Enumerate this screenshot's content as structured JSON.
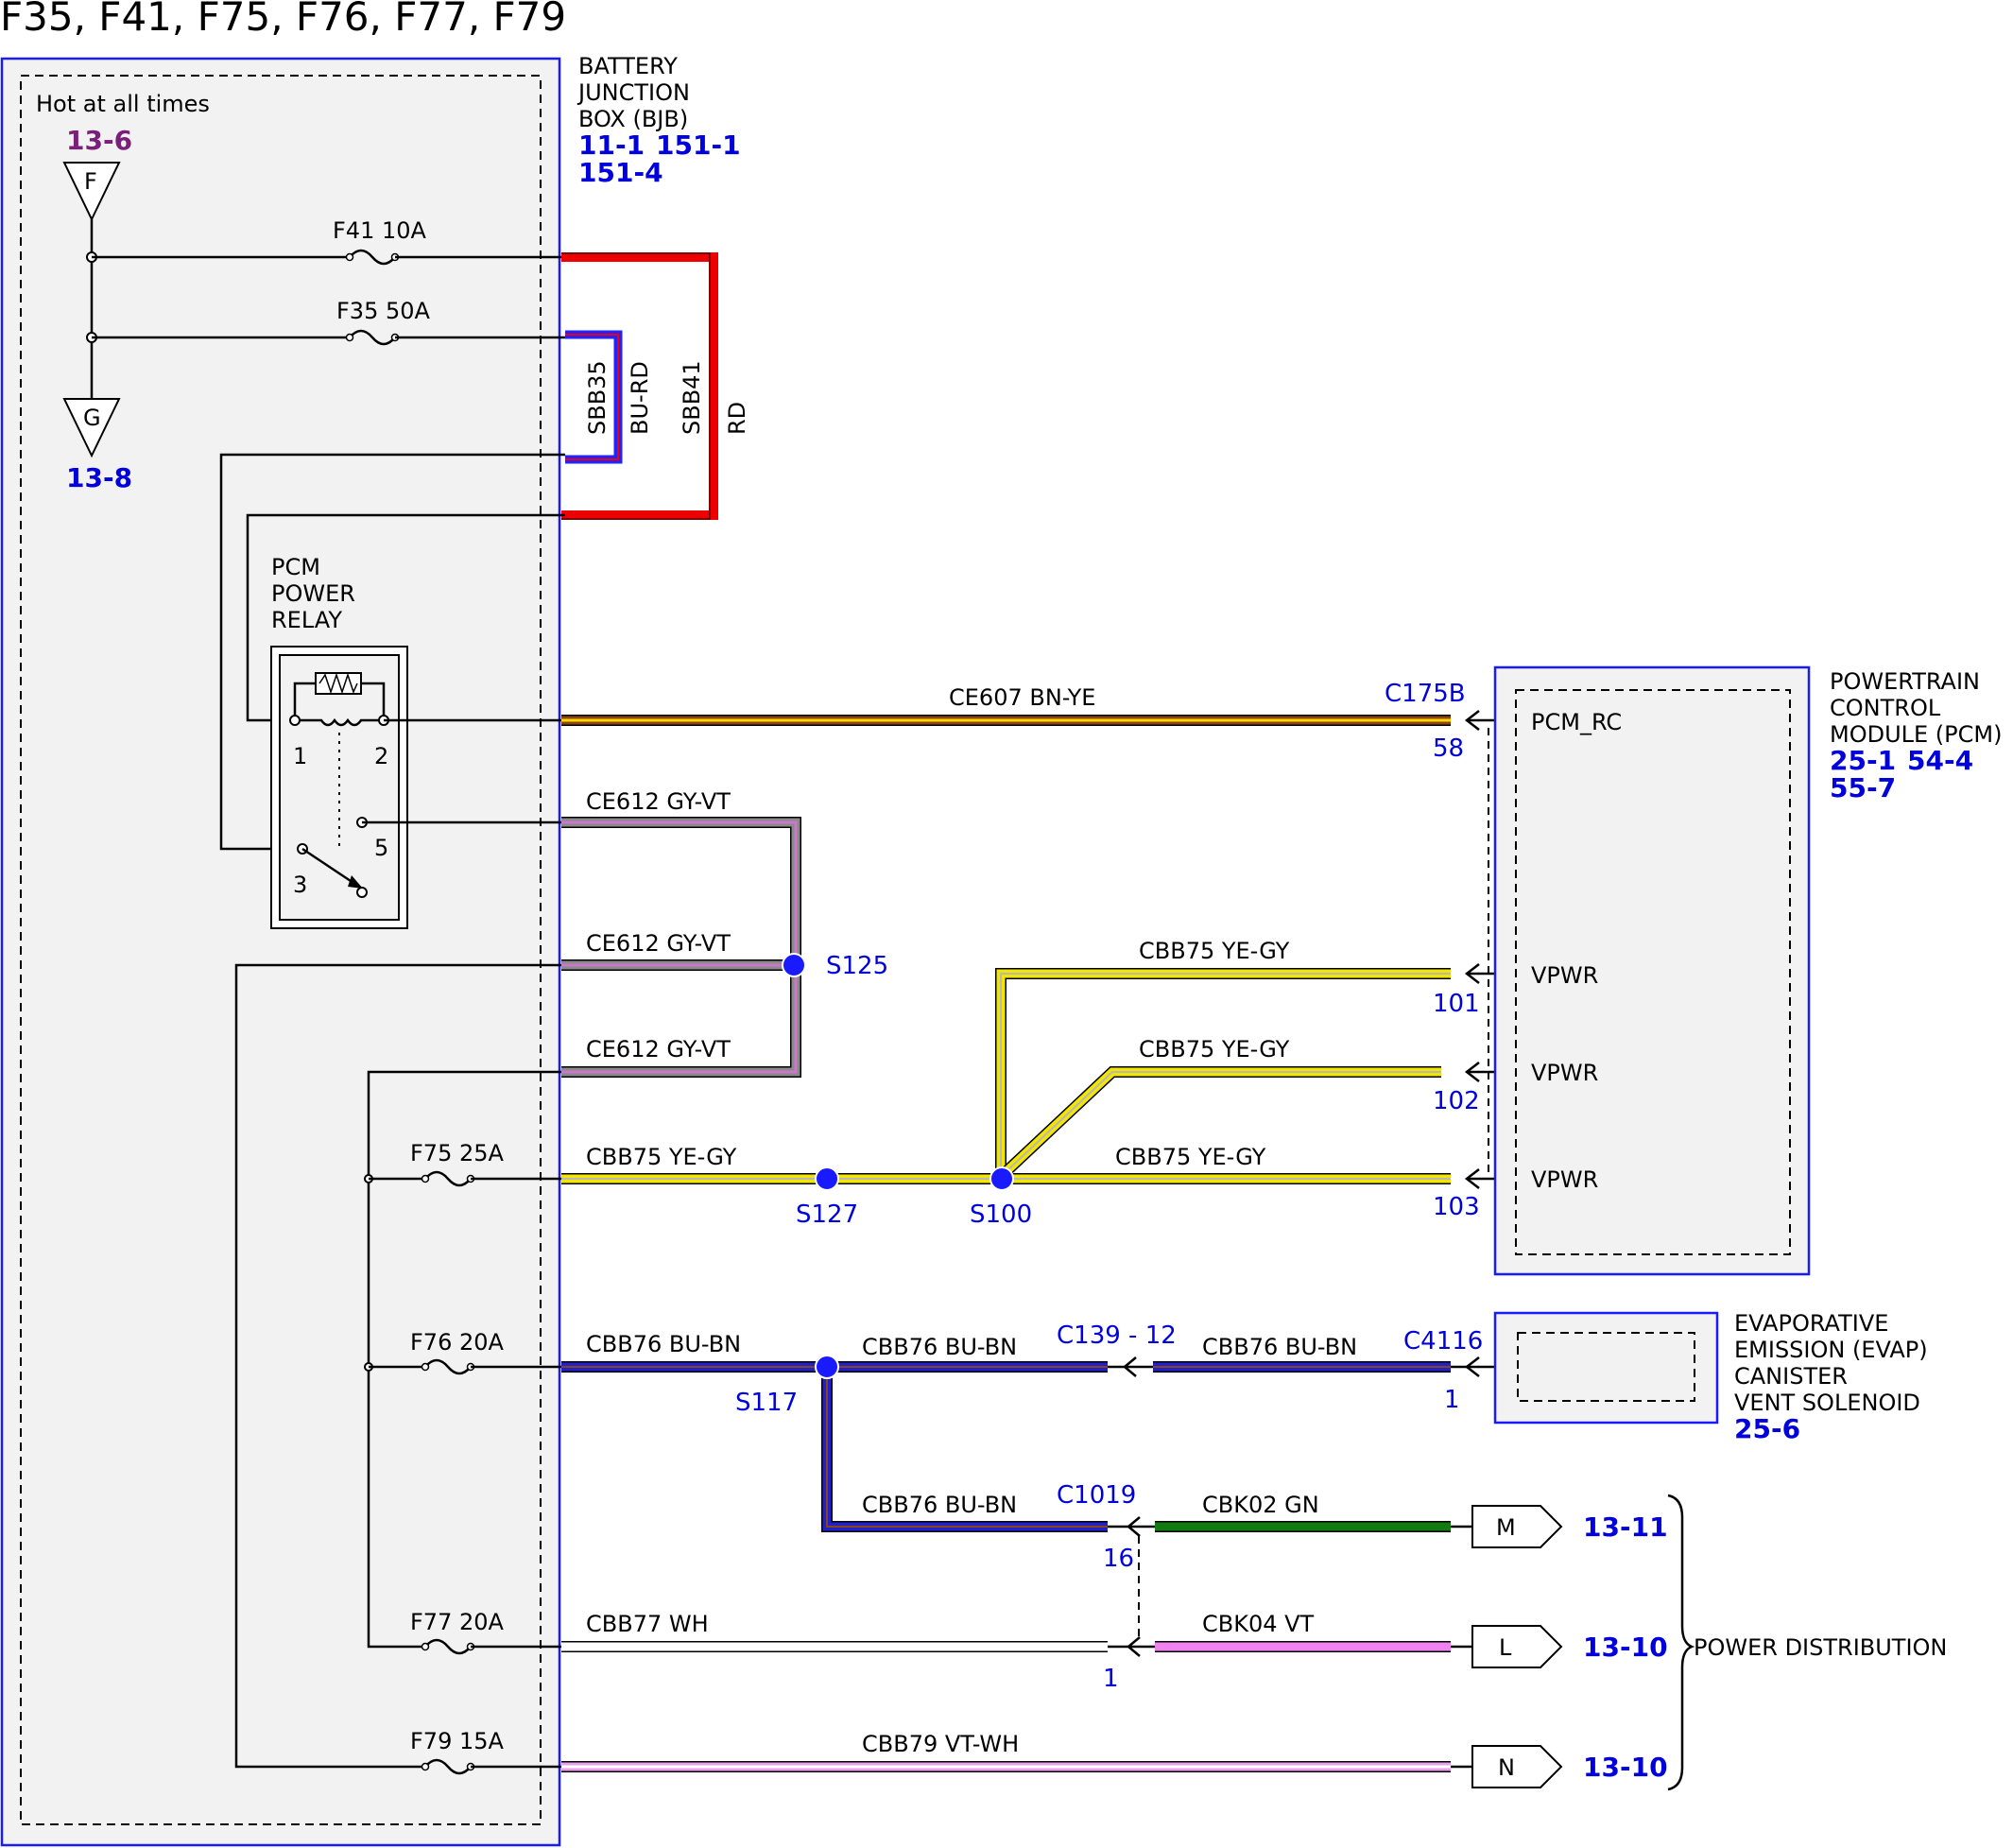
{
  "title": "F35, F41, F75, F76, F77, F79",
  "bjb": {
    "name_lines": [
      "BATTERY",
      "JUNCTION",
      "BOX (BJB)"
    ],
    "refs_line1": [
      "11-1",
      "151-1"
    ],
    "refs_line2": [
      "151-4"
    ],
    "hot_label": "Hot at all times",
    "top_ref": "13-6",
    "bottom_ref": "13-8",
    "top_marker": "F",
    "bottom_marker": "G"
  },
  "fuses": {
    "f41": "F41  10A",
    "f35": "F35  50A",
    "f75": "F75  25A",
    "f76": "F76  20A",
    "f77": "F77  20A",
    "f79": "F79  15A"
  },
  "busbars": {
    "sbb35": "SBB35",
    "sbb35_color": "BU-RD",
    "sbb41": "SBB41",
    "sbb41_color": "RD"
  },
  "relay": {
    "name_lines": [
      "PCM",
      "POWER",
      "RELAY"
    ],
    "pins": [
      "1",
      "2",
      "3",
      "5"
    ]
  },
  "wires": {
    "ce607": "CE607  BN-YE",
    "ce612_a": "CE612  GY-VT",
    "ce612_b": "CE612  GY-VT",
    "ce612_c": "CE612  GY-VT",
    "cbb75_a": "CBB75  YE-GY",
    "cbb75_b": "CBB75  YE-GY",
    "cbb75_c": "CBB75  YE-GY",
    "cbb75_d": "CBB75  YE-GY",
    "cbb76_a": "CBB76  BU-BN",
    "cbb76_b": "CBB76  BU-BN",
    "cbb76_c": "CBB76  BU-BN",
    "cbb76_d": "CBB76  BU-BN",
    "cbk02": "CBK02  GN",
    "cbb77": "CBB77  WH",
    "cbk04": "CBK04  VT",
    "cbb79": "CBB79  VT-WH"
  },
  "splices": {
    "s125": "S125",
    "s127": "S127",
    "s100": "S100",
    "s117": "S117"
  },
  "connectors": {
    "c175b": "C175B",
    "pin58": "58",
    "pin101": "101",
    "pin102": "102",
    "pin103": "103",
    "c139": "C139 - 12",
    "c4116": "C4116",
    "pin1_evap": "1",
    "c1019": "C1019",
    "pin16": "16",
    "pin1_l": "1"
  },
  "pcm": {
    "name_lines": [
      "POWERTRAIN",
      "CONTROL",
      "MODULE (PCM)"
    ],
    "refs_line1": [
      "25-1",
      "54-4"
    ],
    "refs_line2": [
      "55-7"
    ],
    "pins": [
      "PCM_RC",
      "VPWR",
      "VPWR",
      "VPWR"
    ]
  },
  "evap": {
    "name_lines": [
      "EVAPORATIVE",
      "EMISSION (EVAP)",
      "CANISTER",
      "VENT SOLENOID"
    ],
    "ref": "25-6"
  },
  "power_dist": {
    "label": "POWER DISTRIBUTION",
    "m_marker": "M",
    "l_marker": "L",
    "n_marker": "N",
    "m_ref": "13-11",
    "l_ref": "13-10",
    "n_ref": "13-10"
  }
}
